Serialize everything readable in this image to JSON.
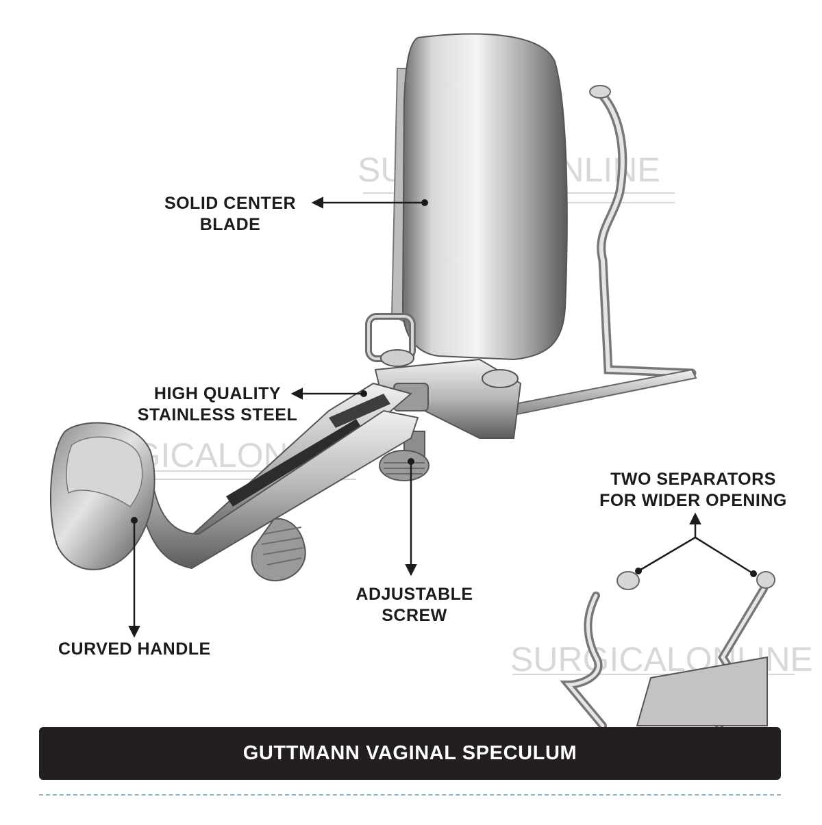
{
  "title": "GUTTMANN VAGINAL SPECULUM",
  "watermark": "SURGICALONLINE",
  "labels": {
    "blade": [
      "SOLID CENTER",
      "BLADE"
    ],
    "steel": [
      "HIGH QUALITY",
      "STAINLESS STEEL"
    ],
    "separators": [
      "TWO SEPARATORS",
      "FOR WIDER OPENING"
    ],
    "screw": [
      "ADJUSTABLE",
      "SCREW"
    ],
    "handle": [
      "CURVED HANDLE"
    ]
  },
  "colors": {
    "text": "#1c1a1b",
    "title_bar": "#231f20",
    "title_text": "#ffffff",
    "dash": "#8fb3c4",
    "metal_dark": "#4a4a4a",
    "metal_light": "#e8e8e8"
  }
}
